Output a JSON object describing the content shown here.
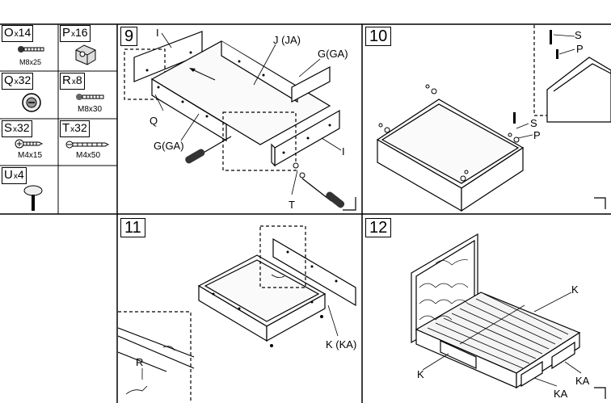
{
  "parts": [
    {
      "letter": "O",
      "qty": "14",
      "size": "M8x25",
      "icon": "bolt-icon"
    },
    {
      "letter": "P",
      "qty": "16",
      "size": "",
      "icon": "bracket-icon"
    },
    {
      "letter": "Q",
      "qty": "32",
      "size": "",
      "icon": "cam-lock-icon"
    },
    {
      "letter": "R",
      "qty": "8",
      "size": "M8x30",
      "icon": "bolt-icon"
    },
    {
      "letter": "S",
      "qty": "32",
      "size": "M4x15",
      "icon": "screw-icon"
    },
    {
      "letter": "T",
      "qty": "32",
      "size": "M4x50",
      "icon": "screw-icon"
    },
    {
      "letter": "U",
      "qty": "4",
      "size": "",
      "icon": "foot-icon"
    }
  ],
  "multiply_sign": "x",
  "steps": {
    "s9": {
      "number": "9",
      "labels": {
        "I_top": "I",
        "J": "J (JA)",
        "G": "G(GA)",
        "Q": "Q",
        "G2": "G(GA)",
        "I_right": "I",
        "T": "T"
      }
    },
    "s10": {
      "number": "10",
      "labels": {
        "S_top": "S",
        "P_top": "P",
        "S_mid": "S",
        "P_mid": "P"
      }
    },
    "s11": {
      "number": "11",
      "labels": {
        "K": "K (KA)",
        "R": "R"
      }
    },
    "s12": {
      "number": "12",
      "labels": {
        "K_right": "K",
        "K_left": "K",
        "KA_right": "KA",
        "KA_bottom": "KA"
      }
    }
  }
}
